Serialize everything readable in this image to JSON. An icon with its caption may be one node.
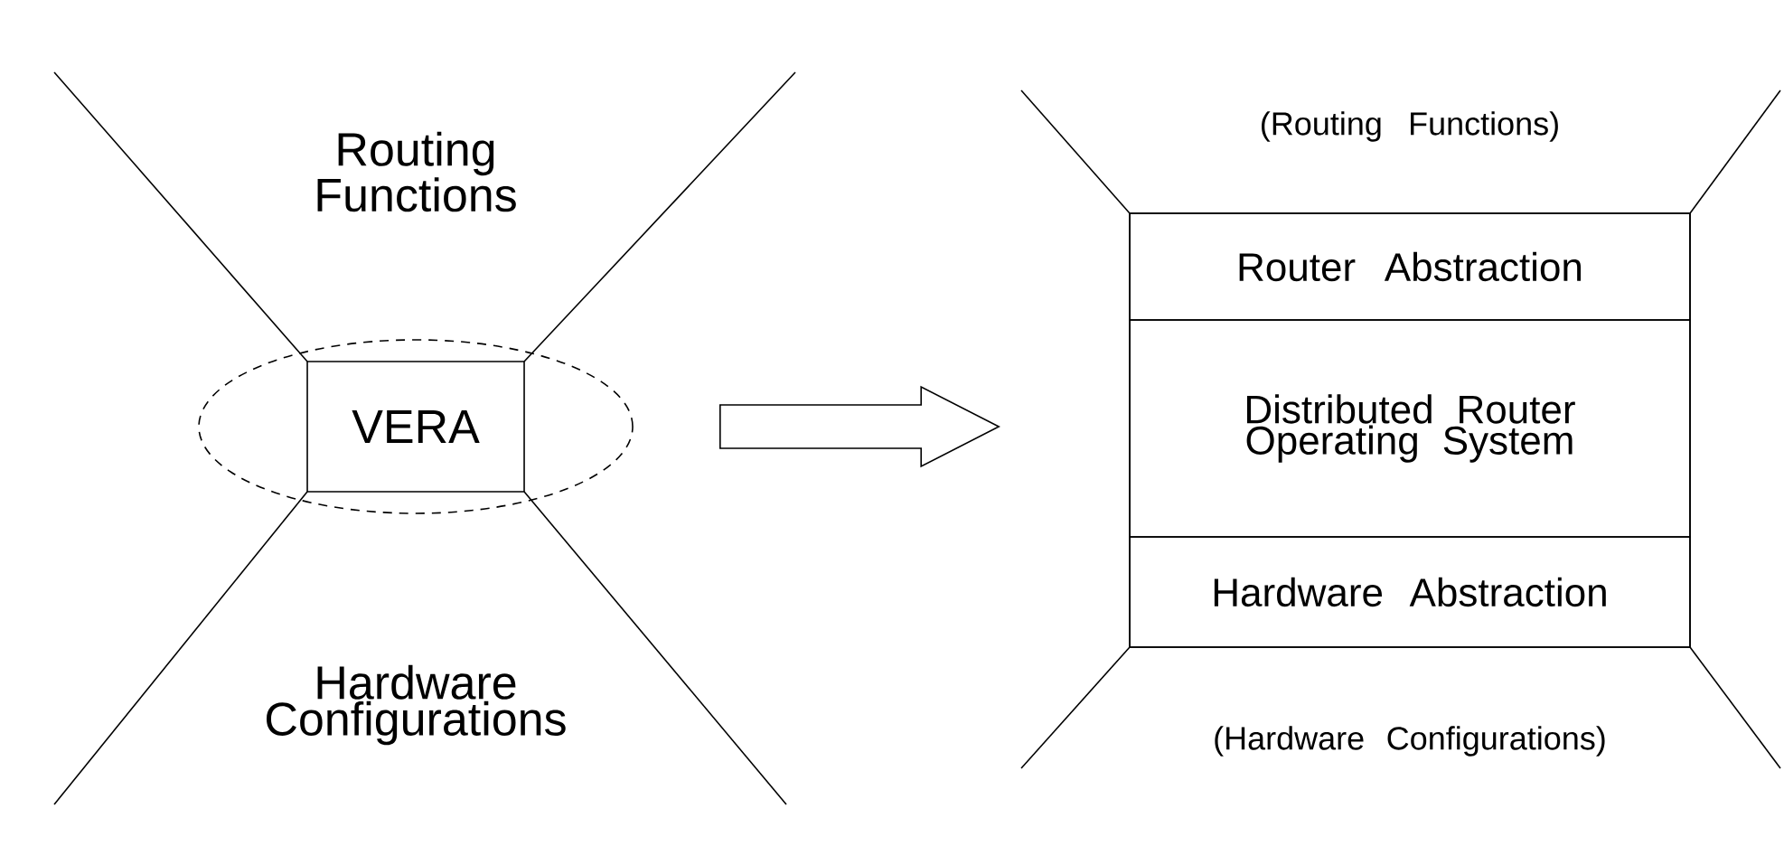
{
  "diagram": {
    "nodes": [
      {
        "text": [],
        "shape": "ellipse"
      },
      {
        "text": [
          "VERA"
        ],
        "in": 0
      },
      {
        "text": [],
        "shape": "box"
      },
      {
        "text": [
          "Router Abstraction"
        ],
        "in": 2
      },
      {
        "text": [
          "Distributed Router Operating System"
        ],
        "in": 2
      },
      {
        "text": [
          "Hardware Abstraction"
        ],
        "in": 2
      }
    ],
    "edges": [
      {
        "from": 0,
        "to": 2,
        "arrow": "to"
      }
    ],
    "labels": [
      "Routing Functions",
      "(Routing Functions)",
      "Hardware Configurations",
      "(Hardware Configurations)"
    ]
  }
}
